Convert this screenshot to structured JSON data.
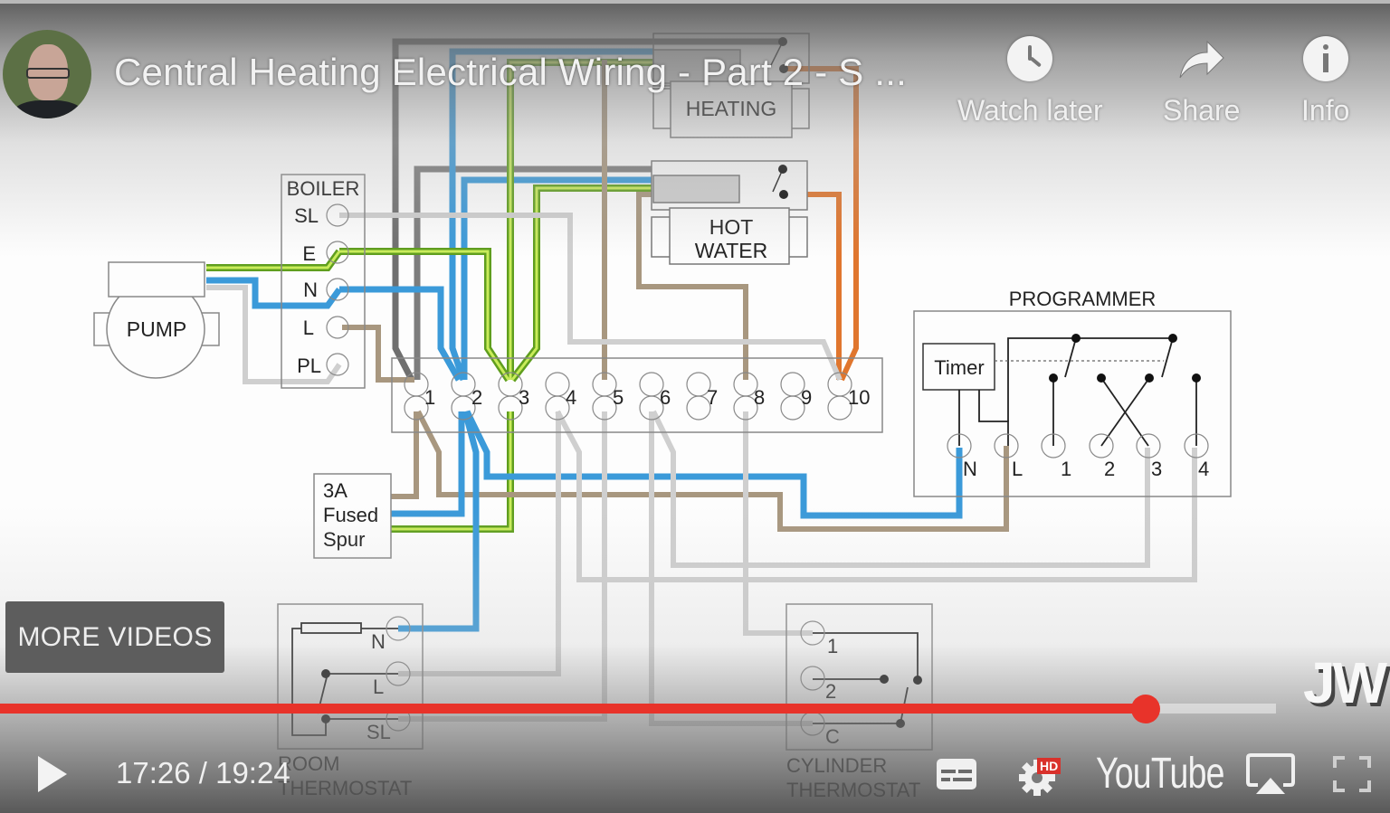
{
  "video": {
    "title": "Central Heating Electrical Wiring - Part 2 - S ...",
    "channel_avatar": "channel-avatar",
    "watermark": "JW"
  },
  "top_actions": [
    {
      "label": "Watch later",
      "icon": "clock-icon"
    },
    {
      "label": "Share",
      "icon": "share-arrow-icon"
    },
    {
      "label": "Info",
      "icon": "info-icon"
    }
  ],
  "more_videos_label": "MORE VIDEOS",
  "player": {
    "current_time": "17:26",
    "duration": "19:24",
    "time_display": "17:26 / 19:24",
    "progress_fraction": 0.898,
    "hd_badge": "HD",
    "brand_label": "YouTube",
    "colors": {
      "progress": "#e8332a",
      "hd_badge": "#d9312b"
    }
  },
  "controls": [
    {
      "name": "play-button",
      "icon": "play-icon"
    },
    {
      "name": "subtitles-button",
      "icon": "subtitles-icon"
    },
    {
      "name": "settings-button",
      "icon": "gear-icon"
    },
    {
      "name": "youtube-logo-button",
      "icon": "youtube-logo"
    },
    {
      "name": "airplay-button",
      "icon": "airplay-icon"
    },
    {
      "name": "fullscreen-button",
      "icon": "fullscreen-icon"
    }
  ],
  "diagram": {
    "heating_label": "HEATING",
    "hot_water_label": [
      "HOT",
      "WATER"
    ],
    "boiler": {
      "title": "BOILER",
      "terminals": [
        "SL",
        "E",
        "N",
        "L",
        "PL"
      ]
    },
    "pump_label": "PUMP",
    "programmer": {
      "title": "PROGRAMMER",
      "timer_label": "Timer",
      "terminals": [
        "N",
        "L",
        "1",
        "2",
        "3",
        "4"
      ]
    },
    "junction_box_terminals": [
      "1",
      "2",
      "3",
      "4",
      "5",
      "6",
      "7",
      "8",
      "9",
      "10"
    ],
    "fused_spur_label": [
      "3A",
      "Fused",
      "Spur"
    ],
    "room_thermostat": {
      "title": [
        "ROOM",
        "THERMOSTAT"
      ],
      "terminals": [
        "N",
        "L",
        "SL"
      ]
    },
    "cylinder_thermostat": {
      "title": [
        "CYLINDER",
        "THERMOSTAT"
      ],
      "terminals": [
        "1",
        "2",
        "C"
      ]
    },
    "wire_colors": {
      "blue": "#3b9ad9",
      "brown": "#a8977f",
      "grey": "#7a7a7a",
      "light_grey": "#cfcfcf",
      "green_yellow": "#8cc63f",
      "orange": "#e0762e"
    }
  }
}
